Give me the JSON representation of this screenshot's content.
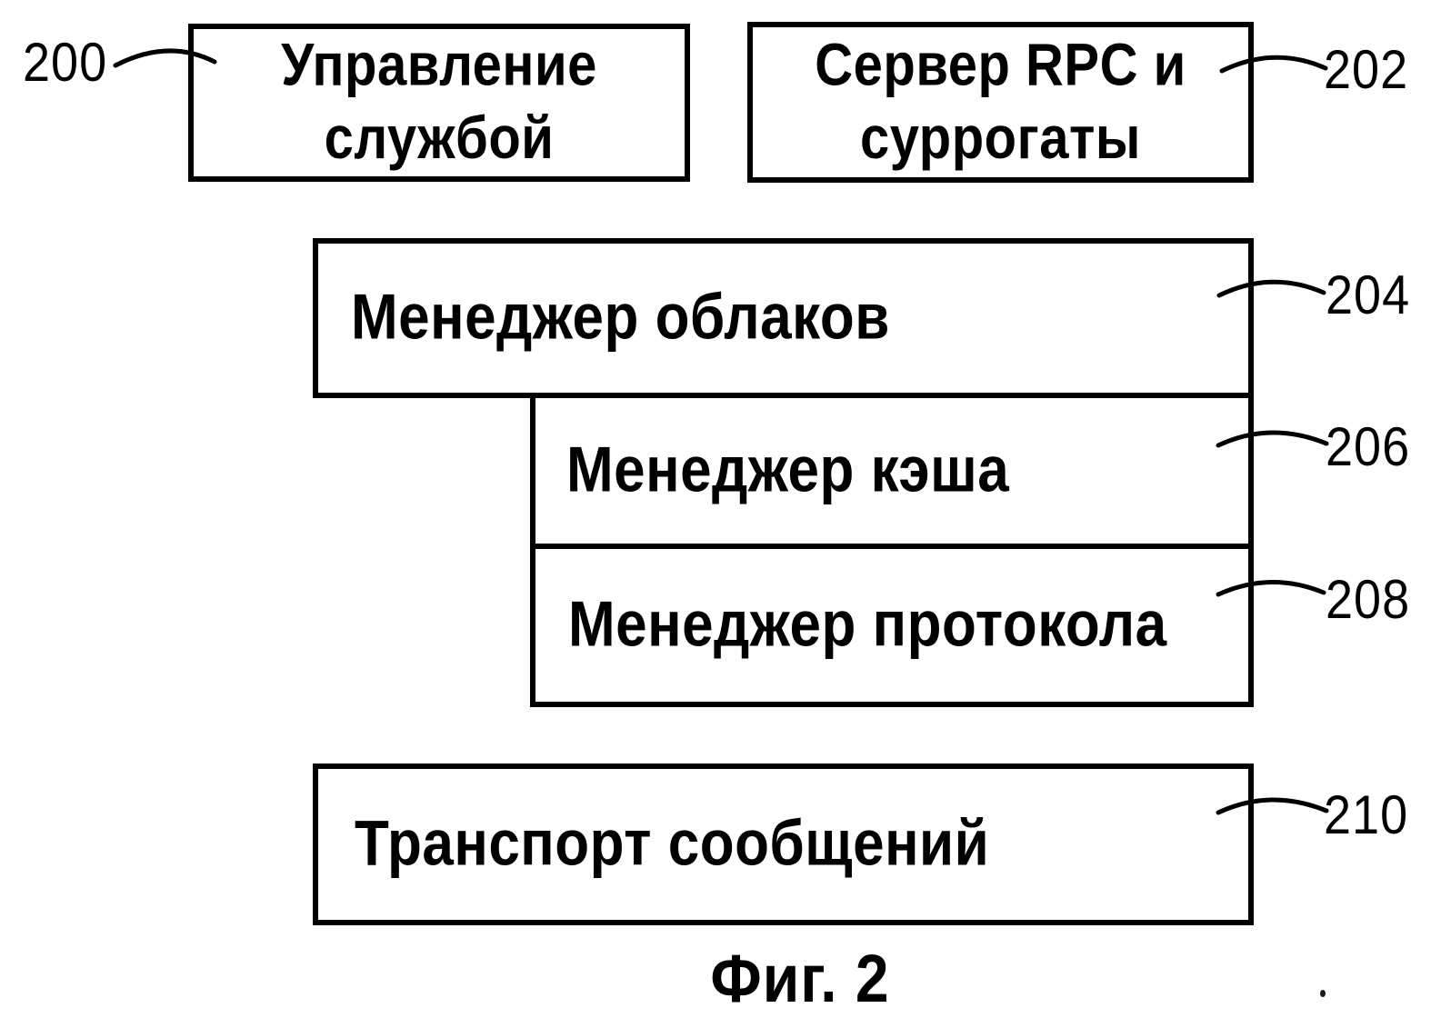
{
  "figure": {
    "caption": "Фиг. 2",
    "colors": {
      "ink": "#000000",
      "paper": "#ffffff"
    },
    "boxes": [
      {
        "label": "Управление службой",
        "ref": "200"
      },
      {
        "label": "Сервер RPC и суррогаты",
        "ref": "202"
      },
      {
        "label": "Менеджер облаков",
        "ref": "204"
      },
      {
        "label": "Менеджер кэша",
        "ref": "206"
      },
      {
        "label": "Менеджер протокола",
        "ref": "208"
      },
      {
        "label": "Транспорт сообщений",
        "ref": "210"
      }
    ]
  }
}
